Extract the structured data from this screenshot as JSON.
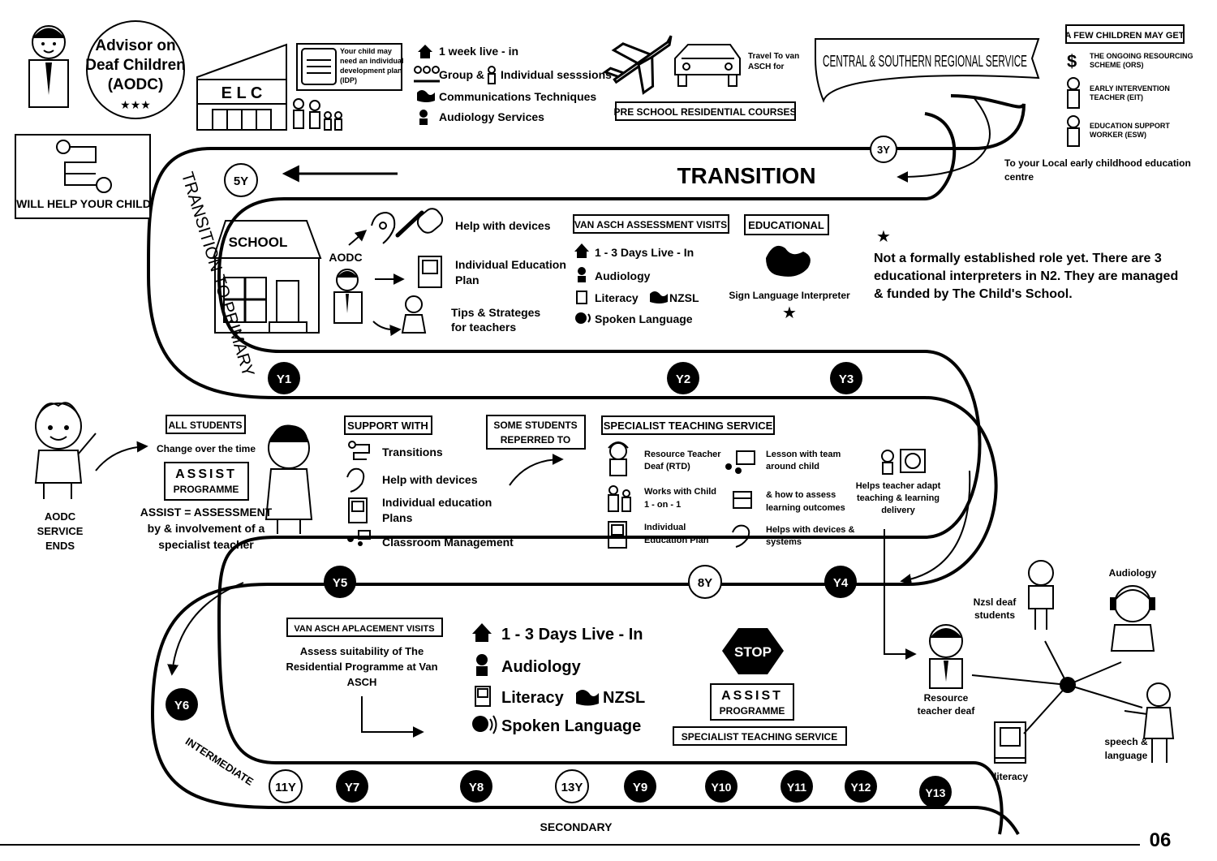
{
  "aodc": {
    "title_lines": [
      "Advisor on",
      "Deaf Children",
      "(AODC)"
    ],
    "stars": "★★★"
  },
  "will_help": "WILL HELP YOUR CHILD",
  "elc": {
    "label": "E L C",
    "idp_lines": [
      "Your child may",
      "need an individual",
      "development plan",
      "(IDP)"
    ]
  },
  "elc_services": [
    "1 week live - in",
    "Group &",
    "Individual sesssions",
    "Communications Techniques",
    "Audiology Services"
  ],
  "travel_lines": [
    "Travel To van",
    "ASCH for"
  ],
  "preschool": "PRE SCHOOL RESIDENTIAL COURSES",
  "banner": "CENTRAL & SOUTHERN REGIONAL SERVICE",
  "few_children": {
    "title": "A FEW CHILDREN MAY GET",
    "ors_lines": [
      "THE ONGOING RESOURCING",
      "SCHEME (ORS)"
    ],
    "eit_lines": [
      "EARLY INTERVENTION",
      "TEACHER (EIT)"
    ],
    "esw_lines": [
      "EDUCATION SUPPORT",
      "WORKER (ESW)"
    ],
    "dollar": "$"
  },
  "local_ece_lines": [
    "To your Local early childhood education",
    "centre"
  ],
  "transition": "TRANSITION",
  "transition_primary": "TRANSITION TO PRIMARY",
  "school": {
    "label": "SCHOOL",
    "aodc_label": "AODC",
    "help_devices": "Help with devices",
    "iep_lines": [
      "Individual Education",
      "Plan"
    ],
    "tips_lines": [
      "Tips & Strateges",
      "for teachers"
    ]
  },
  "van_asch_assess": {
    "title": "VAN ASCH ASSESSMENT VISITS",
    "items": [
      "1 - 3 Days Live - In",
      "Audiology",
      "Literacy",
      "NZSL",
      "Spoken Language"
    ]
  },
  "educational": {
    "title": "EDUCATIONAL",
    "caption": "Sign Language Interpreter"
  },
  "star_note": {
    "star": "★",
    "lines": [
      "Not a formally established role yet. There are 3",
      "educational interpreters in N2. They are managed",
      "& funded by The Child's School."
    ]
  },
  "aodc_ends_lines": [
    "AODC",
    "SERVICE",
    "ENDS"
  ],
  "all_students": {
    "title": "ALL STUDENTS",
    "caption": "Change over the time",
    "assist": "ASSIST",
    "programme": "PROGRAMME",
    "def_lines": [
      "ASSIST = ASSESSMENT",
      "by & involvement of a",
      "specialist teacher"
    ]
  },
  "support_with": {
    "title": "SUPPORT WITH",
    "items": [
      "Transitions",
      "Help with devices",
      "Individual education",
      "Plans",
      "Classroom Management"
    ]
  },
  "some_students_lines": [
    "SOME STUDENTS",
    "REPERRED TO"
  ],
  "sts": {
    "title": "SPECIALIST TEACHING SERVICE",
    "rtd_lines": [
      "Resource Teacher",
      "Deaf (RTD)"
    ],
    "works_lines": [
      "Works with Child",
      "1 - on - 1"
    ],
    "iep_lines": [
      "Individual",
      "Education Plan"
    ],
    "lesson_lines": [
      "Lesson with team",
      "around child"
    ],
    "assess_lines": [
      "& how to assess",
      "learning outcomes"
    ],
    "devices_lines": [
      "Helps with devices &",
      "systems"
    ],
    "adapt_lines": [
      "Helps teacher adapt",
      "teaching & learning",
      "delivery"
    ]
  },
  "placement": {
    "title": "VAN ASCH APLACEMENT VISITS",
    "assess_lines": [
      "Assess suitability of The",
      "Residential Programme at Van",
      "ASCH"
    ],
    "items": [
      "1 - 3 Days Live - In",
      "Audiology",
      "Literacy",
      "NZSL",
      "Spoken Language"
    ]
  },
  "stop": {
    "label": "STOP",
    "assist": "ASSIST",
    "programme": "PROGRAMME",
    "sts": "SPECIALIST TEACHING SERVICE"
  },
  "network": {
    "nzsl_lines": [
      "Nzsl deaf",
      "students"
    ],
    "audiology": "Audiology",
    "rtd_lines": [
      "Resource",
      "teacher deaf"
    ],
    "speech_lines": [
      "speech &",
      "language"
    ],
    "literacy": "literacy"
  },
  "intermediate": "INTERMEDIATE",
  "secondary": "SECONDARY",
  "page_number": "06",
  "milestones": {
    "y3_open": "3Y",
    "y5_open": "5Y",
    "y1": "Y1",
    "y2": "Y2",
    "y3": "Y3",
    "y5": "Y5",
    "y8_open": "8Y",
    "y4": "Y4",
    "y6": "Y6",
    "y11_open": "11Y",
    "y7": "Y7",
    "y8": "Y8",
    "y13_open": "13Y",
    "y9": "Y9",
    "y10": "Y10",
    "y11": "Y11",
    "y12": "Y12",
    "y13": "Y13"
  }
}
